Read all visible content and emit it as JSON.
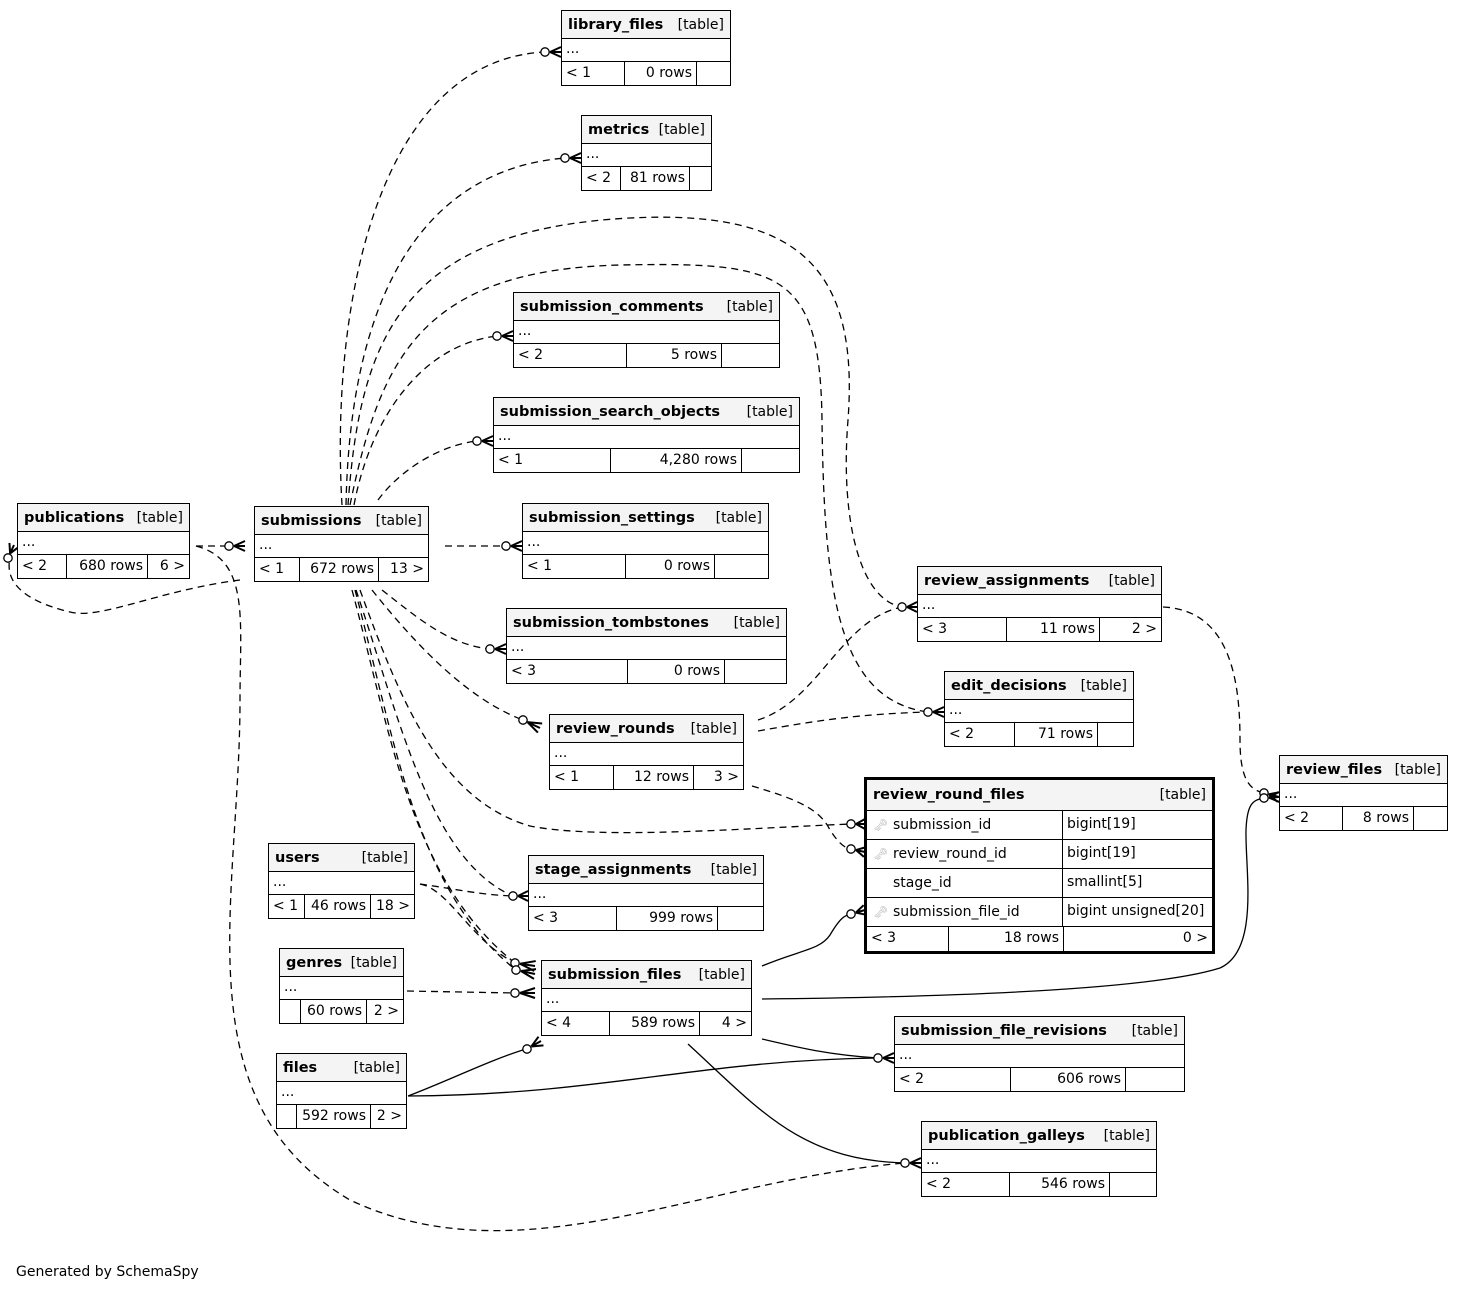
{
  "diagram": {
    "generator_note": "Generated by SchemaSpy",
    "kind_label": "[table]",
    "ellipsis": "..."
  },
  "tables": {
    "library_files": {
      "name": "library_files",
      "parents": "< 1",
      "rows": "0 rows",
      "children": ""
    },
    "metrics": {
      "name": "metrics",
      "parents": "< 2",
      "rows": "81 rows",
      "children": ""
    },
    "submission_comments": {
      "name": "submission_comments",
      "parents": "< 2",
      "rows": "5 rows",
      "children": ""
    },
    "submission_search_objects": {
      "name": "submission_search_objects",
      "parents": "< 1",
      "rows": "4,280 rows",
      "children": ""
    },
    "publications": {
      "name": "publications",
      "parents": "< 2",
      "rows": "680 rows",
      "children": "6 >"
    },
    "submissions": {
      "name": "submissions",
      "parents": "< 1",
      "rows": "672 rows",
      "children": "13 >"
    },
    "submission_settings": {
      "name": "submission_settings",
      "parents": "< 1",
      "rows": "0 rows",
      "children": ""
    },
    "submission_tombstones": {
      "name": "submission_tombstones",
      "parents": "< 3",
      "rows": "0 rows",
      "children": ""
    },
    "review_assignments": {
      "name": "review_assignments",
      "parents": "< 3",
      "rows": "11 rows",
      "children": "2 >"
    },
    "edit_decisions": {
      "name": "edit_decisions",
      "parents": "< 2",
      "rows": "71 rows",
      "children": ""
    },
    "review_rounds": {
      "name": "review_rounds",
      "parents": "< 1",
      "rows": "12 rows",
      "children": "3 >"
    },
    "review_files": {
      "name": "review_files",
      "parents": "< 2",
      "rows": "8 rows",
      "children": ""
    },
    "review_round_files": {
      "name": "review_round_files",
      "parents": "< 3",
      "rows": "18 rows",
      "children": "0 >",
      "columns": [
        {
          "name": "submission_id",
          "type": "bigint[19]",
          "key": true
        },
        {
          "name": "review_round_id",
          "type": "bigint[19]",
          "key": true
        },
        {
          "name": "stage_id",
          "type": "smallint[5]",
          "key": false
        },
        {
          "name": "submission_file_id",
          "type": "bigint unsigned[20]",
          "key": true
        }
      ]
    },
    "users": {
      "name": "users",
      "parents": "< 1",
      "rows": "46 rows",
      "children": "18 >"
    },
    "stage_assignments": {
      "name": "stage_assignments",
      "parents": "< 3",
      "rows": "999 rows",
      "children": ""
    },
    "genres": {
      "name": "genres",
      "parents": "",
      "rows": "60 rows",
      "children": "2 >"
    },
    "submission_files": {
      "name": "submission_files",
      "parents": "< 4",
      "rows": "589 rows",
      "children": "4 >"
    },
    "files": {
      "name": "files",
      "parents": "",
      "rows": "592 rows",
      "children": "2 >"
    },
    "submission_file_revisions": {
      "name": "submission_file_revisions",
      "parents": "< 2",
      "rows": "606 rows",
      "children": ""
    },
    "publication_galleys": {
      "name": "publication_galleys",
      "parents": "< 2",
      "rows": "546 rows",
      "children": ""
    }
  },
  "relationships": [
    {
      "from": "submissions",
      "to": "library_files",
      "style": "dashed"
    },
    {
      "from": "submissions",
      "to": "metrics",
      "style": "dashed"
    },
    {
      "from": "submissions",
      "to": "submission_comments",
      "style": "dashed"
    },
    {
      "from": "submissions",
      "to": "submission_search_objects",
      "style": "dashed"
    },
    {
      "from": "submissions",
      "to": "submission_settings",
      "style": "dashed"
    },
    {
      "from": "submissions",
      "to": "submission_tombstones",
      "style": "dashed"
    },
    {
      "from": "submissions",
      "to": "review_rounds",
      "style": "dashed"
    },
    {
      "from": "submissions",
      "to": "review_assignments",
      "style": "dashed"
    },
    {
      "from": "submissions",
      "to": "edit_decisions",
      "style": "dashed"
    },
    {
      "from": "submissions",
      "to": "publications",
      "style": "dashed"
    },
    {
      "from": "publications",
      "to": "submissions",
      "style": "dashed"
    },
    {
      "from": "submissions",
      "to": "review_round_files",
      "style": "dashed"
    },
    {
      "from": "submissions",
      "to": "stage_assignments",
      "style": "dashed"
    },
    {
      "from": "submissions",
      "to": "submission_files",
      "style": "dashed"
    },
    {
      "from": "users",
      "to": "stage_assignments",
      "style": "dashed"
    },
    {
      "from": "users",
      "to": "submission_files",
      "style": "dashed"
    },
    {
      "from": "genres",
      "to": "submission_files",
      "style": "dashed"
    },
    {
      "from": "review_rounds",
      "to": "review_assignments",
      "style": "dashed"
    },
    {
      "from": "review_rounds",
      "to": "edit_decisions",
      "style": "dashed"
    },
    {
      "from": "review_rounds",
      "to": "review_round_files",
      "style": "dashed"
    },
    {
      "from": "review_assignments",
      "to": "review_files",
      "style": "dashed"
    },
    {
      "from": "submission_files",
      "to": "review_round_files",
      "style": "solid"
    },
    {
      "from": "submission_files",
      "to": "review_files",
      "style": "solid"
    },
    {
      "from": "submission_files",
      "to": "submission_file_revisions",
      "style": "solid"
    },
    {
      "from": "submission_files",
      "to": "publication_galleys",
      "style": "solid"
    },
    {
      "from": "files",
      "to": "submission_files",
      "style": "solid"
    },
    {
      "from": "files",
      "to": "submission_file_revisions",
      "style": "solid"
    },
    {
      "from": "publications",
      "to": "publication_galleys",
      "style": "dashed"
    }
  ]
}
